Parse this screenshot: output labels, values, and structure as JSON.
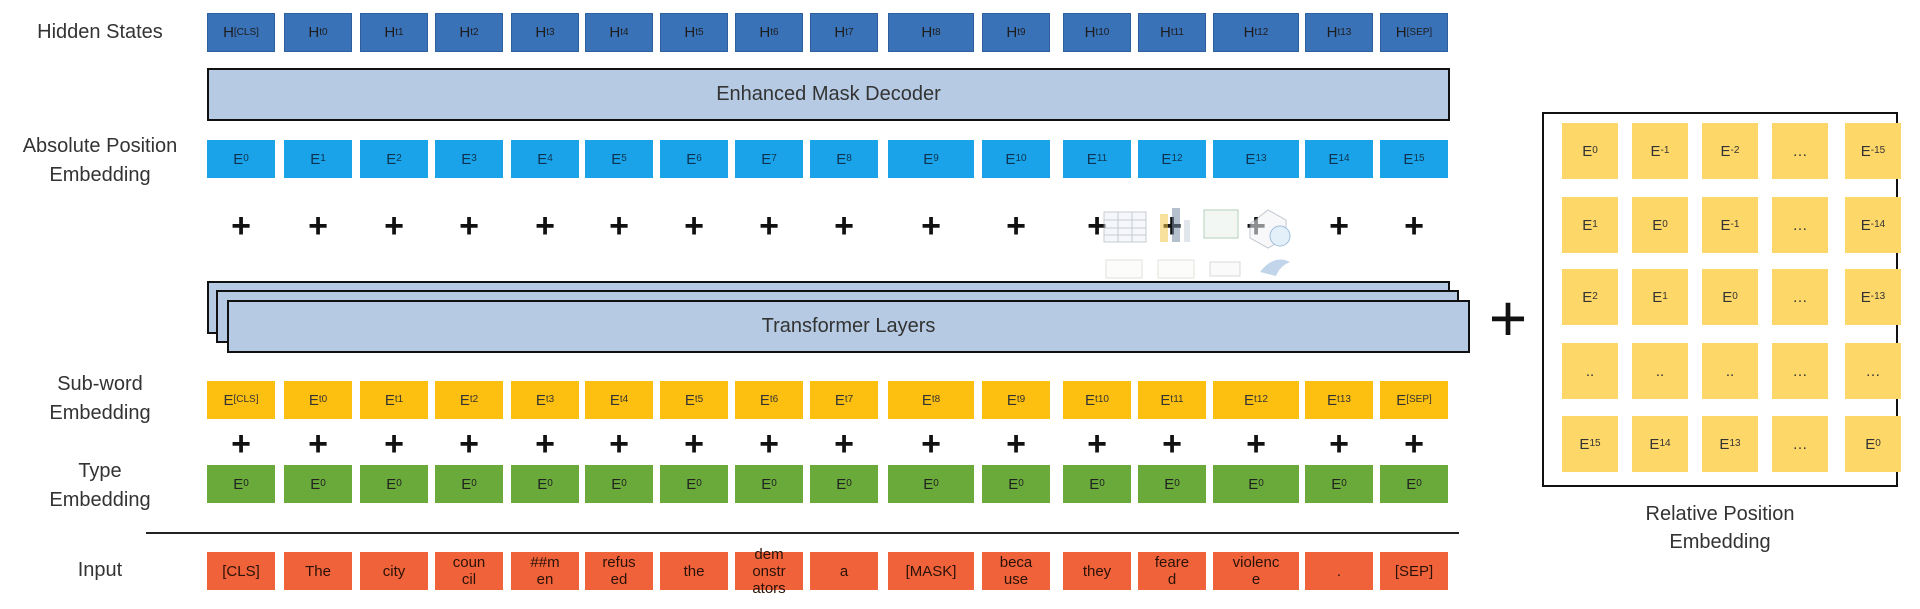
{
  "labels": {
    "hidden_states": "Hidden States",
    "absolute_line1": "Absolute Position",
    "absolute_line2": "Embedding",
    "subword_line1": "Sub-word",
    "subword_line2": "Embedding",
    "type_line1": "Type",
    "type_line2": "Embedding",
    "input": "Input",
    "relative_line1": "Relative Position",
    "relative_line2": "Embedding",
    "decoder": "Enhanced Mask Decoder",
    "transformer": "Transformer Layers",
    "big_plus": "+"
  },
  "hidden_states": [
    {
      "b": "H",
      "s": "[CLS]"
    },
    {
      "b": "H",
      "s": "t0"
    },
    {
      "b": "H",
      "s": "t1"
    },
    {
      "b": "H",
      "s": "t2"
    },
    {
      "b": "H",
      "s": "t3"
    },
    {
      "b": "H",
      "s": "t4"
    },
    {
      "b": "H",
      "s": "t5"
    },
    {
      "b": "H",
      "s": "t6"
    },
    {
      "b": "H",
      "s": "t7"
    },
    {
      "b": "H",
      "s": "t8"
    },
    {
      "b": "H",
      "s": "t9"
    },
    {
      "b": "H",
      "s": "t10"
    },
    {
      "b": "H",
      "s": "t11"
    },
    {
      "b": "H",
      "s": "t12"
    },
    {
      "b": "H",
      "s": "t13"
    },
    {
      "b": "H",
      "s": "[SEP]"
    }
  ],
  "absolute": [
    {
      "b": "E",
      "s": "0"
    },
    {
      "b": "E",
      "s": "1"
    },
    {
      "b": "E",
      "s": "2"
    },
    {
      "b": "E",
      "s": "3"
    },
    {
      "b": "E",
      "s": "4"
    },
    {
      "b": "E",
      "s": "5"
    },
    {
      "b": "E",
      "s": "6"
    },
    {
      "b": "E",
      "s": "7"
    },
    {
      "b": "E",
      "s": "8"
    },
    {
      "b": "E",
      "s": "9"
    },
    {
      "b": "E",
      "s": "10"
    },
    {
      "b": "E",
      "s": "11"
    },
    {
      "b": "E",
      "s": "12"
    },
    {
      "b": "E",
      "s": "13"
    },
    {
      "b": "E",
      "s": "14"
    },
    {
      "b": "E",
      "s": "15"
    }
  ],
  "subword": [
    {
      "b": "E",
      "s": "[CLS]"
    },
    {
      "b": "E",
      "s": "t0"
    },
    {
      "b": "E",
      "s": "t1"
    },
    {
      "b": "E",
      "s": "t2"
    },
    {
      "b": "E",
      "s": "t3"
    },
    {
      "b": "E",
      "s": "t4"
    },
    {
      "b": "E",
      "s": "t5"
    },
    {
      "b": "E",
      "s": "t6"
    },
    {
      "b": "E",
      "s": "t7"
    },
    {
      "b": "E",
      "s": "t8"
    },
    {
      "b": "E",
      "s": "t9"
    },
    {
      "b": "E",
      "s": "t10"
    },
    {
      "b": "E",
      "s": "t11"
    },
    {
      "b": "E",
      "s": "t12"
    },
    {
      "b": "E",
      "s": "t13"
    },
    {
      "b": "E",
      "s": "[SEP]"
    }
  ],
  "type": [
    {
      "b": "E",
      "s": "0"
    },
    {
      "b": "E",
      "s": "0"
    },
    {
      "b": "E",
      "s": "0"
    },
    {
      "b": "E",
      "s": "0"
    },
    {
      "b": "E",
      "s": "0"
    },
    {
      "b": "E",
      "s": "0"
    },
    {
      "b": "E",
      "s": "0"
    },
    {
      "b": "E",
      "s": "0"
    },
    {
      "b": "E",
      "s": "0"
    },
    {
      "b": "E",
      "s": "0"
    },
    {
      "b": "E",
      "s": "0"
    },
    {
      "b": "E",
      "s": "0"
    },
    {
      "b": "E",
      "s": "0"
    },
    {
      "b": "E",
      "s": "0"
    },
    {
      "b": "E",
      "s": "0"
    },
    {
      "b": "E",
      "s": "0"
    }
  ],
  "input": [
    "[CLS]",
    "The",
    "city",
    "coun\ncil",
    "##m\nen",
    "refus\ned",
    "the",
    "dem\nonstr\nators",
    "a",
    "[MASK]",
    "beca\nuse",
    "they",
    "feare\nd",
    "violenc\ne",
    ".",
    "[SEP]"
  ],
  "relative_matrix": [
    [
      {
        "b": "E",
        "s": "0"
      },
      {
        "b": "E",
        "s": "-1"
      },
      {
        "b": "E",
        "s": "-2"
      },
      {
        "b": "…",
        "s": ""
      },
      {
        "b": "E",
        "s": "-15"
      }
    ],
    [
      {
        "b": "E",
        "s": "1"
      },
      {
        "b": "E",
        "s": "0"
      },
      {
        "b": "E",
        "s": "-1"
      },
      {
        "b": "…",
        "s": ""
      },
      {
        "b": "E",
        "s": "-14"
      }
    ],
    [
      {
        "b": "E",
        "s": "2"
      },
      {
        "b": "E",
        "s": "1"
      },
      {
        "b": "E",
        "s": "0"
      },
      {
        "b": "…",
        "s": ""
      },
      {
        "b": "E",
        "s": "-13"
      }
    ],
    [
      {
        "b": "..",
        "s": ""
      },
      {
        "b": "..",
        "s": ""
      },
      {
        "b": "..",
        "s": ""
      },
      {
        "b": "…",
        "s": ""
      },
      {
        "b": "…",
        "s": ""
      }
    ],
    [
      {
        "b": "E",
        "s": "15"
      },
      {
        "b": "E",
        "s": "14"
      },
      {
        "b": "E",
        "s": "13"
      },
      {
        "b": "…",
        "s": ""
      },
      {
        "b": "E",
        "s": "0"
      }
    ]
  ],
  "colors": {
    "hidden": "#3a72b8",
    "absolute": "#1aa3e8",
    "subword": "#fdbf10",
    "type": "#6aaa3a",
    "input": "#f06239",
    "relative": "#fdd768",
    "bar": "#b6cbe3"
  }
}
